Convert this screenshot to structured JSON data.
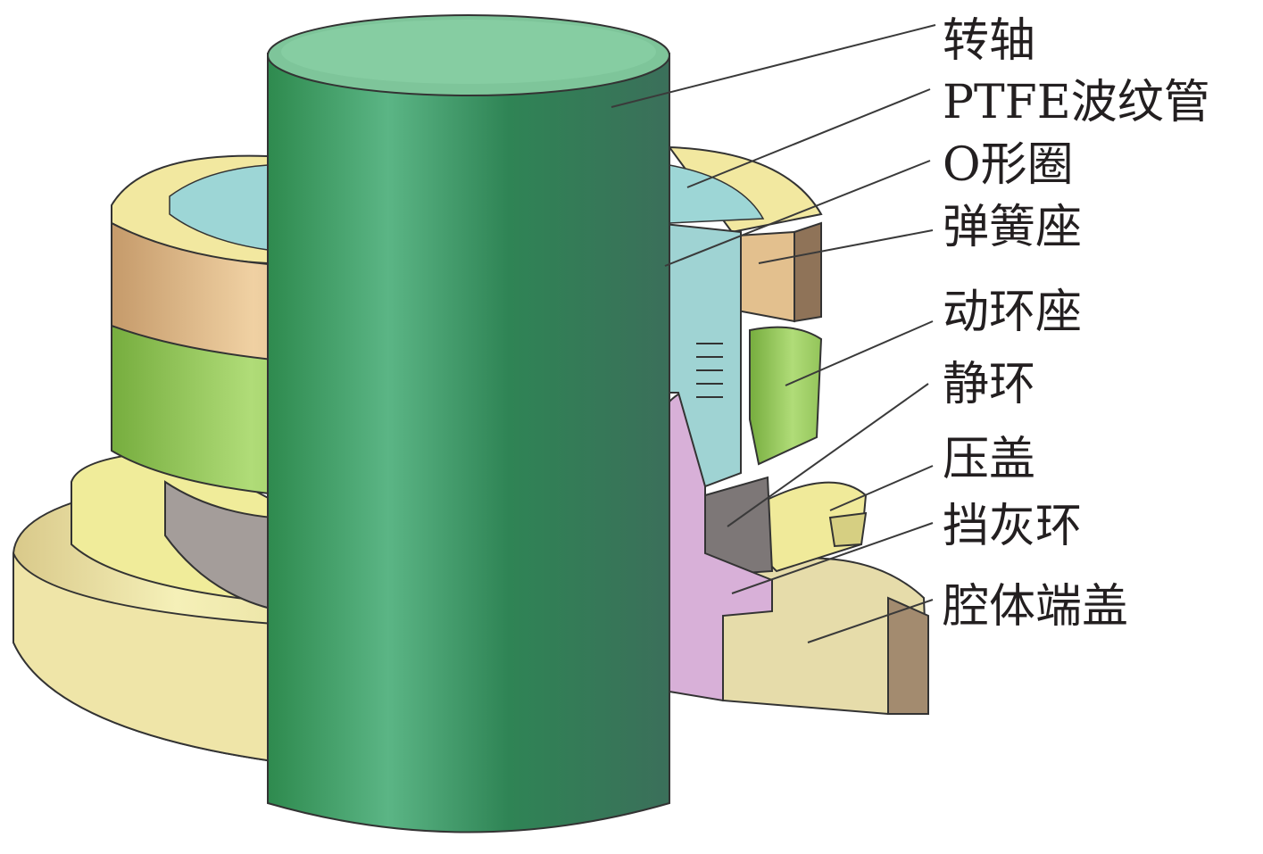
{
  "labels": {
    "shaft": "转轴",
    "ptfe_bellows": "PTFE波纹管",
    "o_ring": "O形圈",
    "spring_seat": "弹簧座",
    "moving_ring_seat": "动环座",
    "static_ring": "静环",
    "gland": "压盖",
    "dust_ring": "挡灰环",
    "chamber_end_cover": "腔体端盖"
  },
  "colors": {
    "shaft": "#3f9a6a",
    "bellows": "#8fcfcf",
    "spring_seat": "#d9b889",
    "moving_ring_seat": "#9ccc5a",
    "gland": "#e6e38a",
    "dust_ring": "#c99bc9",
    "static_ring": "#7d7777",
    "end_cover": "#ece3a6"
  }
}
